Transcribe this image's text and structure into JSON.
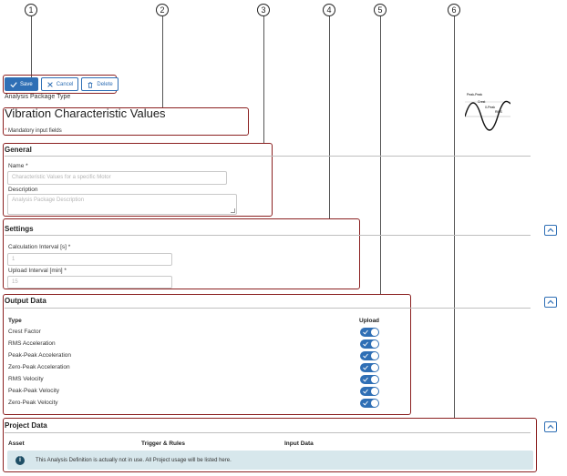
{
  "callouts": [
    "1",
    "2",
    "3",
    "4",
    "5",
    "6"
  ],
  "toolbar": {
    "save_label": "Save",
    "cancel_label": "Cancel",
    "delete_label": "Delete"
  },
  "header": {
    "package_type": "Analysis Package Type",
    "title": "Vibration Characteristic Values",
    "mandatory_star": "*",
    "mandatory_text": "Mandatory input fields"
  },
  "thumbnail": {
    "labels": [
      "Peak-Peak",
      "Crest",
      "0-Peak",
      "RMS"
    ]
  },
  "general": {
    "title": "General",
    "name_label": "Name *",
    "name_placeholder": "Characteristic Values for a specific Motor",
    "description_label": "Description",
    "description_placeholder": "Analysis Package Description"
  },
  "settings": {
    "title": "Settings",
    "calc_label": "Calculation Interval [s] *",
    "calc_value": "1",
    "upload_label": "Upload Interval [min] *",
    "upload_value": "15"
  },
  "output": {
    "title": "Output Data",
    "type_header": "Type",
    "upload_header": "Upload",
    "rows": [
      {
        "type": "Crest Factor",
        "upload": true
      },
      {
        "type": "RMS Acceleration",
        "upload": true
      },
      {
        "type": "Peak-Peak Acceleration",
        "upload": true
      },
      {
        "type": "Zero-Peak Acceleration",
        "upload": true
      },
      {
        "type": "RMS Velocity",
        "upload": true
      },
      {
        "type": "Peak-Peak Velocity",
        "upload": true
      },
      {
        "type": "Zero-Peak Velocity",
        "upload": true
      }
    ]
  },
  "project": {
    "title": "Project Data",
    "col_asset": "Asset",
    "col_trigger": "Trigger & Rules",
    "col_input": "Input Data",
    "info_text": "This Analysis Definition is actually not in use. All Project usage will be listed here."
  },
  "colors": {
    "accent": "#2f6fb5",
    "highlight": "#8b2020",
    "info_bg": "#d7e7ec"
  }
}
